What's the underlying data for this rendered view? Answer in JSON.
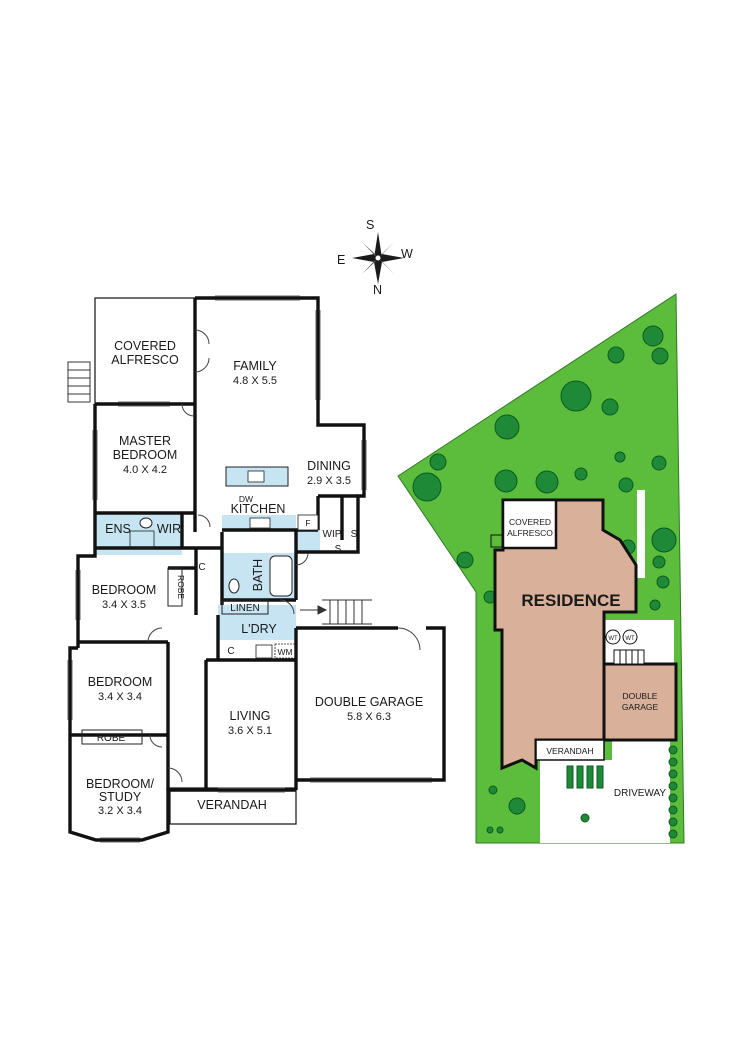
{
  "compass": {
    "s": "S",
    "w": "W",
    "e": "E",
    "n": "N",
    "icon": "compass-rose-icon"
  },
  "floor_plan": {
    "covered_alfresco": [
      "COVERED",
      "ALFRESCO"
    ],
    "family": {
      "name": "FAMILY",
      "size": "4.8 X 5.5"
    },
    "master_bedroom": {
      "name": [
        "MASTER",
        "BEDROOM"
      ],
      "size": "4.0 X 4.2"
    },
    "dining": {
      "name": "DINING",
      "size": "2.9 X 3.5"
    },
    "kitchen": "KITCHEN",
    "dw": "DW",
    "f": "F",
    "wip": "WIP",
    "s1": "S",
    "s2": "S",
    "ens": "ENS",
    "wir": "WIR",
    "bedroom1": {
      "name": "BEDROOM",
      "size": "3.4 X 3.5"
    },
    "robe1": "ROBE",
    "bath": "BATH",
    "linen": "LINEN",
    "laundry": "L'DRY",
    "c1": "C",
    "c2": "C",
    "wm": "WM",
    "bedroom2": {
      "name": "BEDROOM",
      "size": "3.4 X 3.4"
    },
    "robe2": "ROBE",
    "living": {
      "name": "LIVING",
      "size": "3.6 X 5.1"
    },
    "double_garage": {
      "name": "DOUBLE GARAGE",
      "size": "5.8 X 6.3"
    },
    "bedroom_study": {
      "name": [
        "BEDROOM/",
        "STUDY"
      ],
      "size": "3.2 X 3.4"
    },
    "verandah": "VERANDAH"
  },
  "site_plan": {
    "covered_alfresco": [
      "COVERED",
      "ALFRESCO"
    ],
    "residence": "RESIDENCE",
    "wt1": "WT",
    "wt2": "WT",
    "double_garage": [
      "DOUBLE",
      "GARAGE"
    ],
    "verandah": "VERANDAH",
    "driveway": "DRIVEWAY"
  },
  "colors": {
    "wall": "#111111",
    "wet_area": "#c6e4f2",
    "lawn": "#5cbd3c",
    "tree": "#1e8a38",
    "residence": "#d9b19a",
    "paving": "#ffffff"
  }
}
